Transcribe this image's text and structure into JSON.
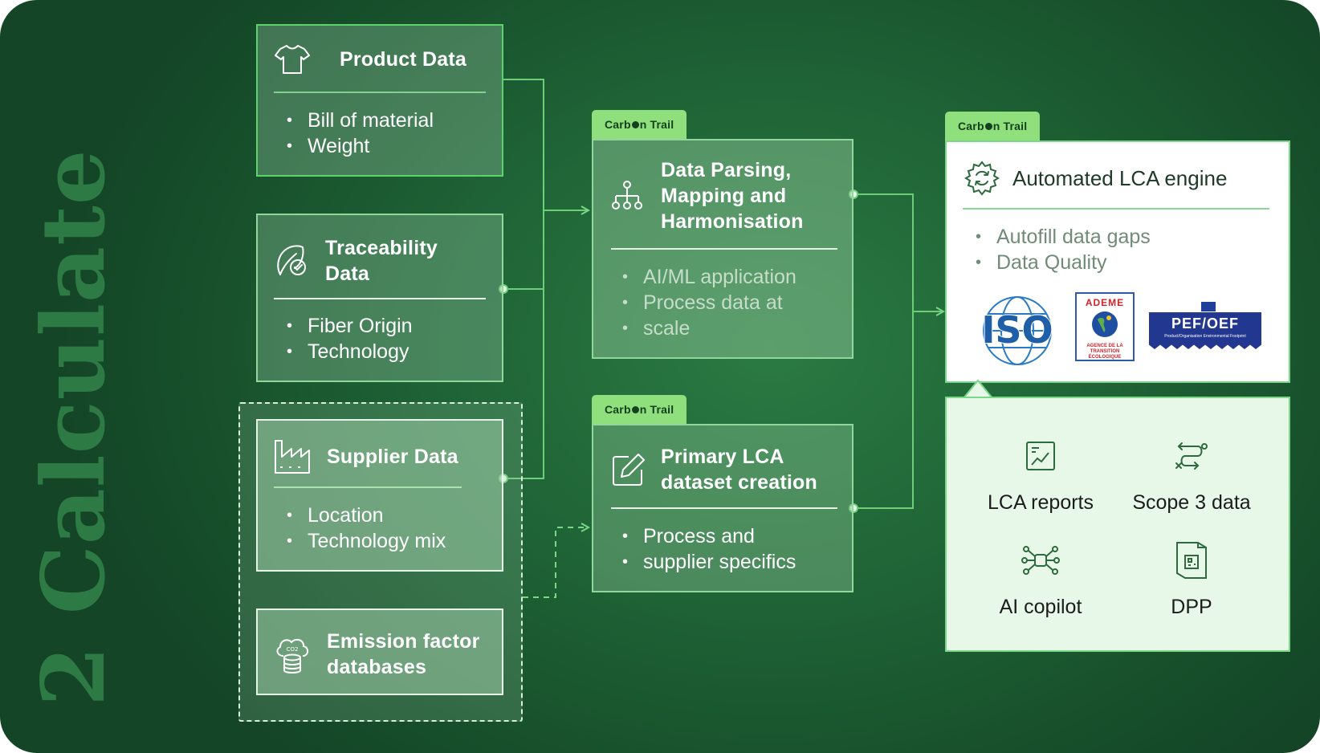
{
  "side_label": "2 Calculate",
  "product_data": {
    "title": "Product Data",
    "items": [
      "Bill of material",
      "Weight"
    ],
    "icon": "tshirt-icon"
  },
  "traceability_data": {
    "title_line1": "Traceability",
    "title_line2": "Data",
    "items": [
      "Fiber Origin",
      "Technology"
    ],
    "icon": "leaf-check-icon"
  },
  "supplier_data": {
    "title": "Supplier Data",
    "items": [
      "Location",
      "Technology mix"
    ],
    "icon": "factory-icon"
  },
  "emission_factor": {
    "title_line1": "Emission factor",
    "title_line2": "databases",
    "icon": "cloud-database-icon",
    "co2": "CO2"
  },
  "brand_tag": {
    "prefix": "Carb",
    "suffix": "n Trail"
  },
  "parsing": {
    "title_line1": "Data Parsing,",
    "title_line2": "Mapping and",
    "title_line3": "Harmonisation",
    "items": [
      "AI/ML application",
      "Process data at",
      "scale"
    ],
    "icon": "hierarchy-icon"
  },
  "primary_lca": {
    "title_line1": "Primary LCA",
    "title_line2": "dataset creation",
    "items": [
      "Process and",
      "supplier specifics"
    ],
    "icon": "edit-icon"
  },
  "lca_engine": {
    "title": "Automated LCA engine",
    "items": [
      "Autofill data gaps",
      "Data Quality"
    ],
    "icon": "recycle-gear-icon"
  },
  "logos": {
    "iso": "ISO",
    "ademe": "ADEME",
    "ademe_sub": [
      "AGENCE DE LA",
      "TRANSITION",
      "ÉCOLOGIQUE"
    ],
    "pef": "PEF/OEF",
    "pef_sub": "Product/Organisation Environmental Footprint"
  },
  "outputs": [
    {
      "label": "LCA reports",
      "icon": "report-chart-icon"
    },
    {
      "label": "Scope 3 data",
      "icon": "exchange-arrows-icon"
    },
    {
      "label": "AI copilot",
      "icon": "network-nodes-icon"
    },
    {
      "label": "DPP",
      "icon": "qr-document-icon"
    }
  ],
  "colors": {
    "accent": "#7ad787",
    "tag": "#8fe07c",
    "background": "#1f6436"
  }
}
